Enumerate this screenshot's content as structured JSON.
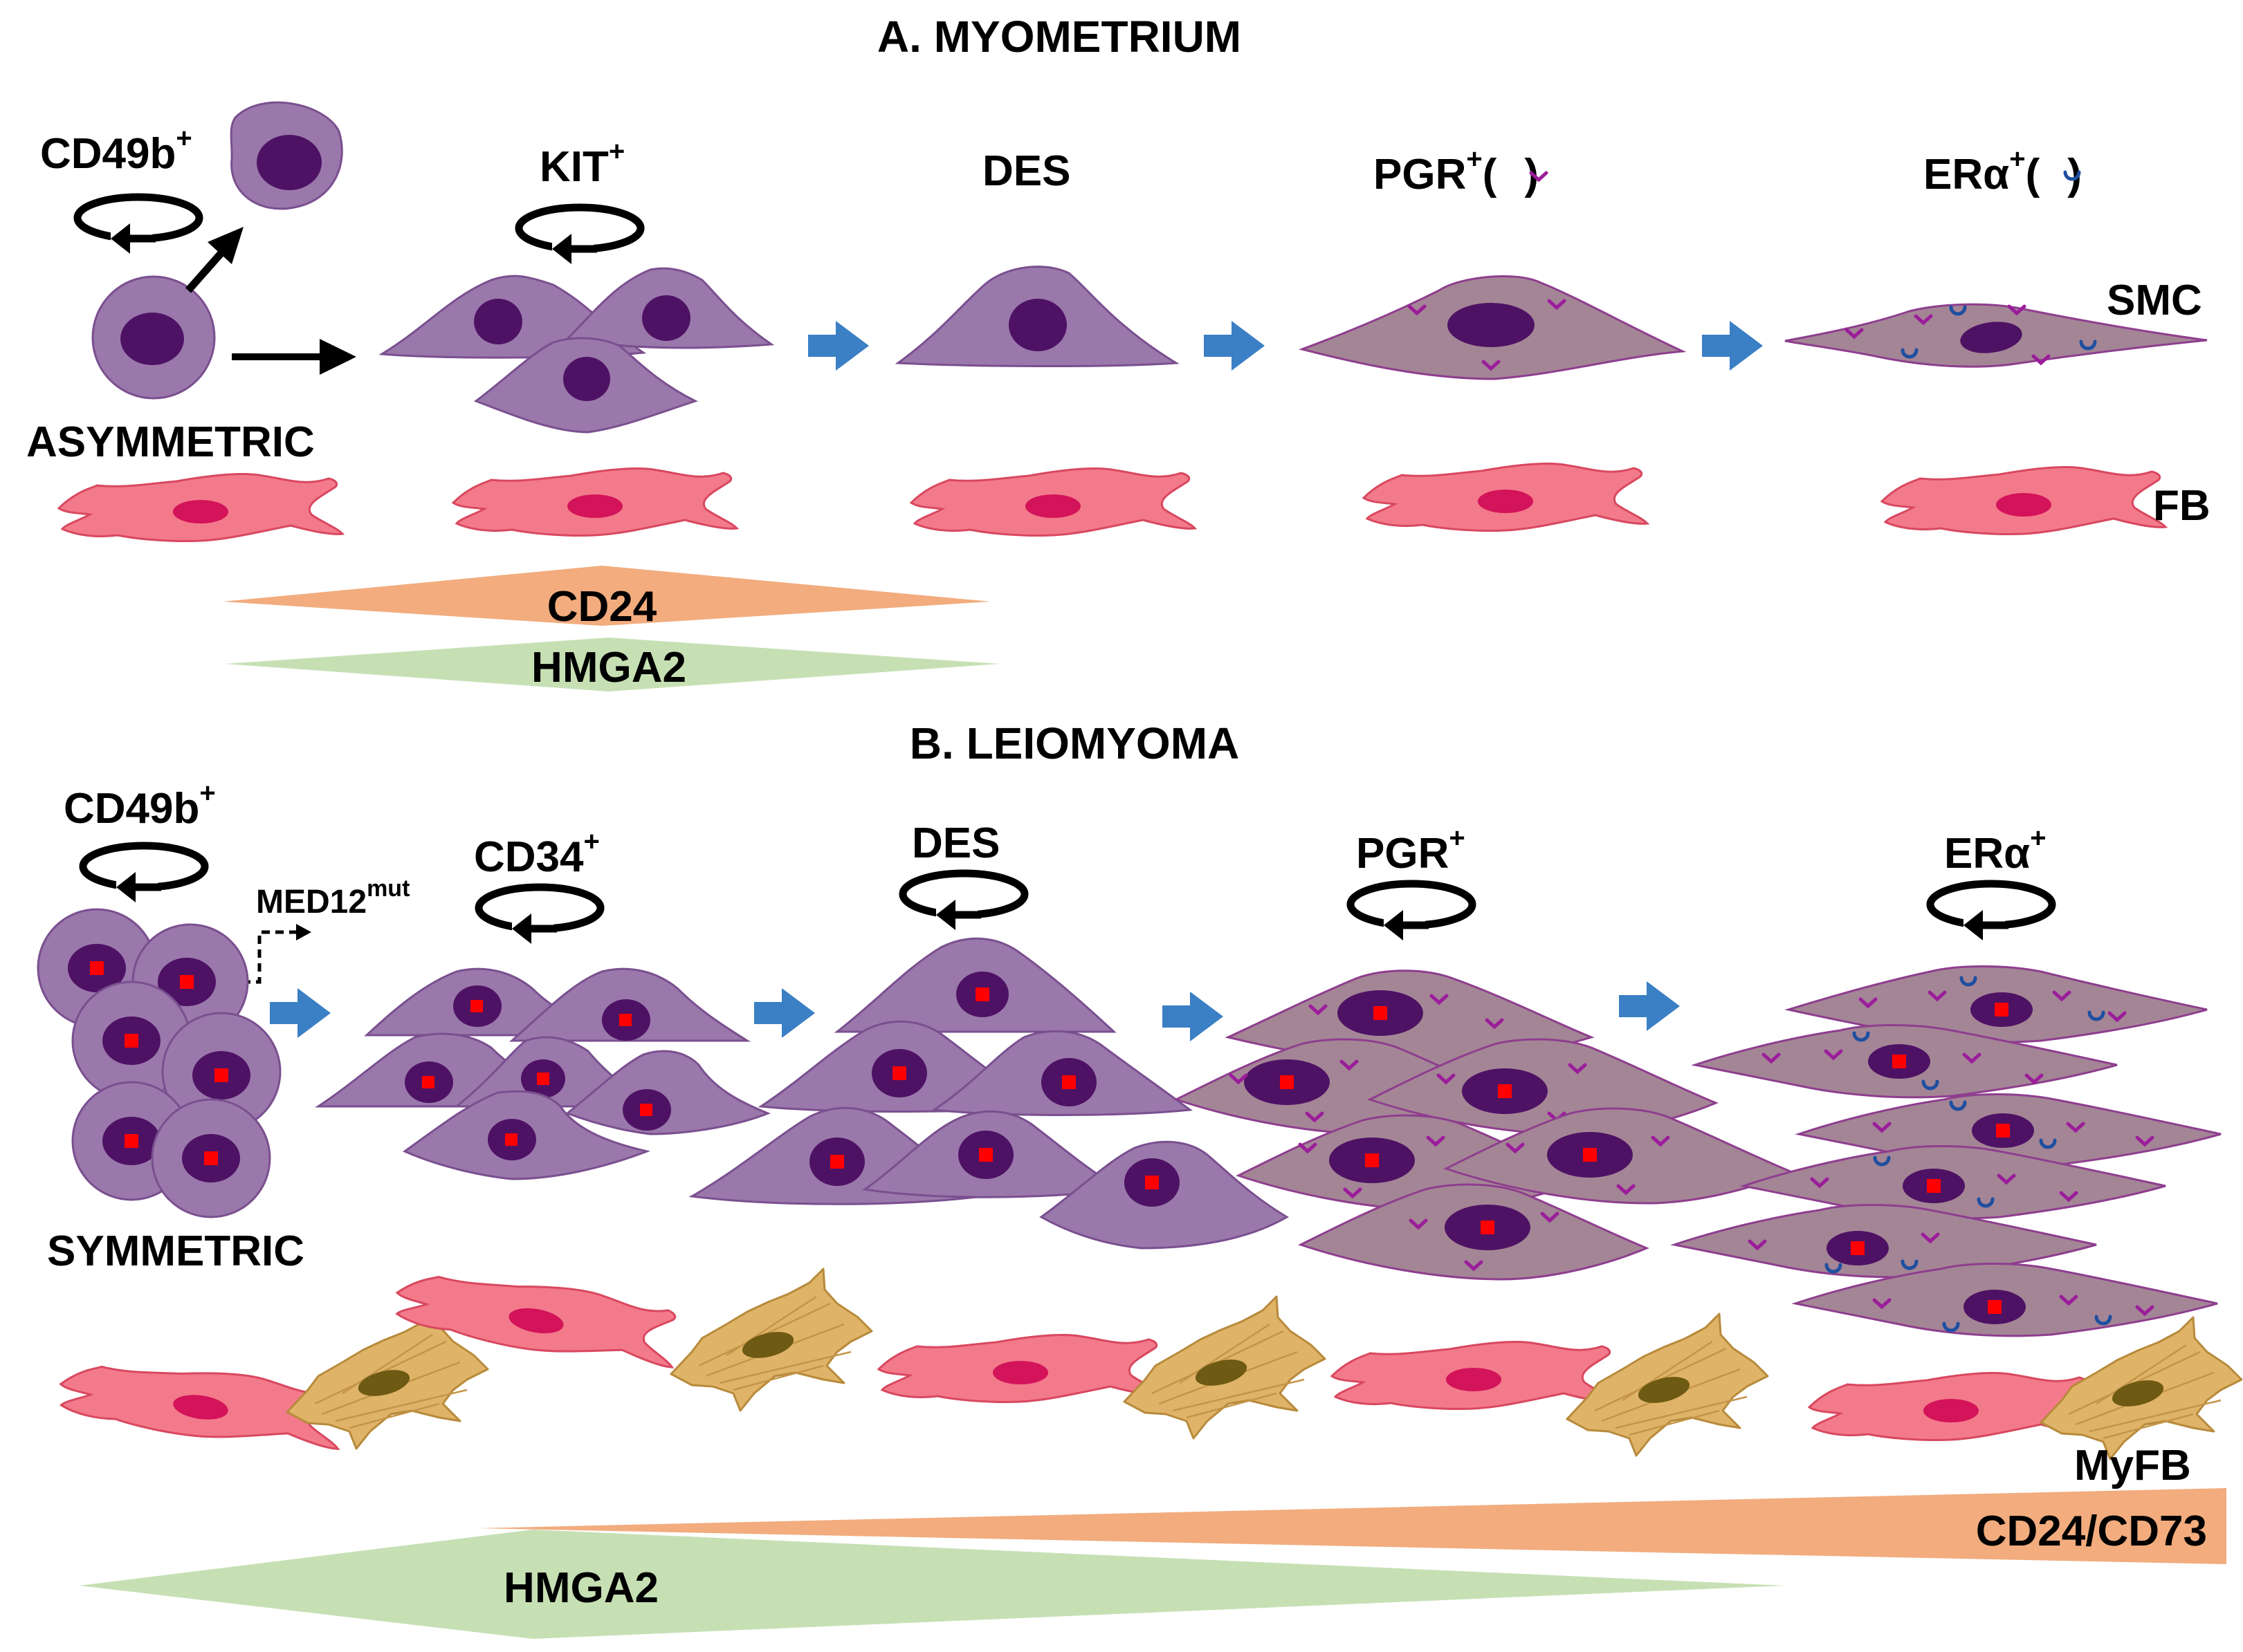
{
  "panel_a": {
    "title": "A. MYOMETRIUM",
    "cd49b": "CD49b",
    "plus": "+",
    "kit": "KIT",
    "des": "DES",
    "pgr": "PGR",
    "era": "ERα",
    "paren_open": "(",
    "paren_close": ")",
    "asymmetric": "ASYMMETRIC",
    "smc": "SMC",
    "fb": "FB",
    "cd24": "CD24",
    "hmga2": "HMGA2"
  },
  "panel_b": {
    "title": "B. LEIOMYOMA",
    "cd49b": "CD49b",
    "plus": "+",
    "med12": "MED12",
    "mut": "mut",
    "cd34": "CD34",
    "des": "DES",
    "pgr": "PGR",
    "era": "ERα",
    "symmetric": "SYMMETRIC",
    "myfb": "MyFB",
    "cd24_cd73": "CD24/CD73",
    "hmga2": "HMGA2"
  },
  "colors": {
    "stem_cell": "#9a78ab",
    "stem_outline": "#7a4f8f",
    "nucleus": "#4e1264",
    "smc_mature": "#a48596",
    "fibroblast": "#f37a8b",
    "fibroblast_outline": "#d8485f",
    "fibroblast_nucleus": "#d3135a",
    "myofibroblast": "#e0b468",
    "myofibroblast_nucleus": "#6e5a12",
    "arrow_blue": "#3b7fc4",
    "cd24_band": "#f2ac7e",
    "hmga2_band": "#c6e0b4",
    "pgr_mark": "#9b1d9b",
    "era_mark": "#1f4fa0",
    "mutation_dot": "#ff0000"
  }
}
